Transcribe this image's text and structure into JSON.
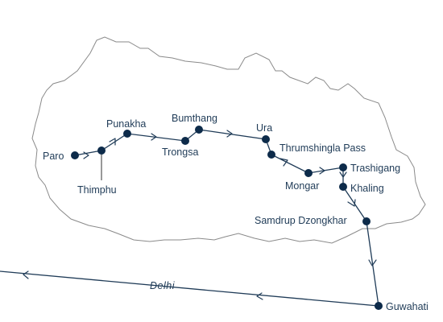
{
  "stops": [
    {
      "id": "paro",
      "name": "Paro",
      "color": "#1ea84a"
    },
    {
      "id": "thimphu",
      "name": "Thimphu",
      "color": "#0d2b4a"
    },
    {
      "id": "punakha",
      "name": "Punakha",
      "color": "#0d2b4a"
    },
    {
      "id": "trongsa",
      "name": "Trongsa",
      "color": "#0d2b4a"
    },
    {
      "id": "bumthang",
      "name": "Bumthang",
      "color": "#0d2b4a"
    },
    {
      "id": "ura",
      "name": "Ura",
      "color": "#0d2b4a"
    },
    {
      "id": "thrumshingla",
      "name": "Thrumshingla Pass",
      "color": "#0d2b4a"
    },
    {
      "id": "mongar",
      "name": "Mongar",
      "color": "#0d2b4a"
    },
    {
      "id": "trashigang",
      "name": "Trashigang",
      "color": "#0d2b4a"
    },
    {
      "id": "khaling",
      "name": "Khaling",
      "color": "#2ea3e6"
    },
    {
      "id": "samdrup",
      "name": "Samdrup Dzongkhar",
      "color": "#0d2b4a"
    },
    {
      "id": "guwahati",
      "name": "Guwahati",
      "color": "#0d2b4a"
    }
  ],
  "route_label": "Delhi",
  "colors": {
    "route": "#1f3b57",
    "stop": "#0d2b4a",
    "start": "#1ea84a",
    "highlight": "#2ea3e6",
    "border": "#8a8a8a"
  }
}
